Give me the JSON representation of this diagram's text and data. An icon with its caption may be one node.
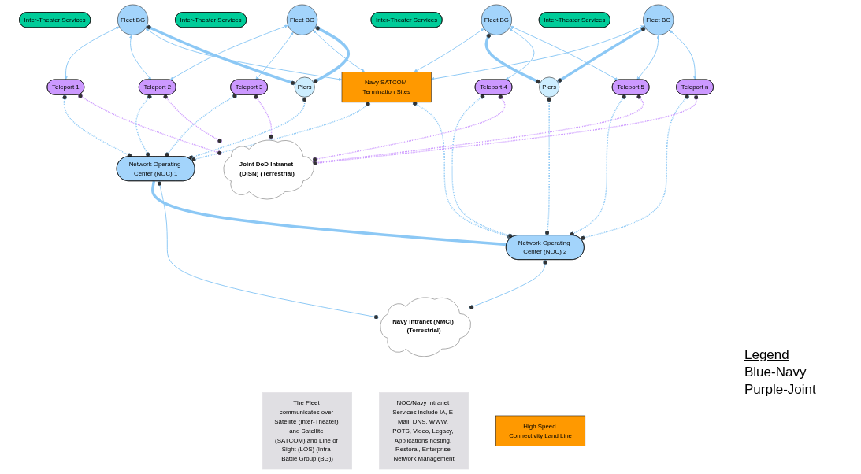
{
  "diagram": {
    "nodes": [
      {
        "text": [
          "Inter-Theater Services"
        ]
      },
      {
        "text": [
          "Fleet BG"
        ]
      },
      {
        "text": [
          "Inter-Theater Services"
        ]
      },
      {
        "text": [
          "Fleet BG"
        ]
      },
      {
        "text": [
          "The Fleet communicates over Satellite (Inter-Theater) and Satellite (SATCOM) and Line of Sight (LOS) (Intra-Battle Group (BG))"
        ]
      },
      {
        "text": [
          "Inter-Theater Services"
        ]
      },
      {
        "text": [
          "Fleet BG"
        ]
      },
      {
        "text": [
          "Inter-Theater Services"
        ]
      },
      {
        "text": [
          "Fleet BG"
        ]
      },
      {
        "text": [
          "Teleport 1"
        ]
      },
      {
        "text": [
          "Teleport 2"
        ]
      },
      {
        "text": [
          "Teleport 3"
        ]
      },
      {
        "text": [
          "Piers"
        ]
      },
      {
        "text": [
          "Navy SATCOM Termination Sites"
        ]
      },
      {
        "text": [
          "Piers"
        ]
      },
      {
        "text": [
          "Teleport 4"
        ]
      },
      {
        "text": [
          "Teleport 5"
        ]
      },
      {
        "text": [
          "Teleport n"
        ]
      },
      {
        "text": [
          "NOC/Navy Intranet Services include IA, E-Mail, DNS, WWW, POTS, Video, Legacy, Applications hosting, Restoral, Enterprise Network Management"
        ]
      },
      {
        "text": [
          "Joint DoD Intranet (DISN) (Terrestrial)"
        ]
      },
      {
        "text": [
          "High Speed Connectivity Land Line"
        ]
      },
      {
        "text": [
          "Network Operating Center (NOC) 1"
        ]
      },
      {
        "text": [
          "Network Operating Center (NOC) 2"
        ]
      },
      {
        "text": [
          "Navy Intranet (NMCI) (Terrestrial)"
        ]
      }
    ],
    "edges": [
      {
        "from": 1,
        "to": 9,
        "arrow": "both"
      },
      {
        "from": 1,
        "to": 10,
        "arrow": "both"
      },
      {
        "from": 1,
        "to": 13,
        "arrow": "both"
      },
      {
        "from": 1,
        "to": 12,
        "arrow": "other",
        "style": "thick"
      },
      {
        "from": 3,
        "to": 10,
        "arrow": "both"
      },
      {
        "from": 3,
        "to": 11,
        "arrow": "both"
      },
      {
        "from": 3,
        "to": 13,
        "arrow": "both"
      },
      {
        "from": 3,
        "to": 12,
        "arrow": "other",
        "style": "thick"
      },
      {
        "from": 6,
        "to": 13,
        "arrow": "both"
      },
      {
        "from": 6,
        "to": 14,
        "arrow": "other",
        "style": "thick"
      },
      {
        "from": 6,
        "to": 15,
        "arrow": "both"
      },
      {
        "from": 6,
        "to": 16,
        "arrow": "both"
      },
      {
        "from": 8,
        "to": 13,
        "arrow": "both"
      },
      {
        "from": 8,
        "to": 14,
        "arrow": "other",
        "style": "thick"
      },
      {
        "from": 8,
        "to": 16,
        "arrow": "both"
      },
      {
        "from": 8,
        "to": 17,
        "arrow": "both"
      },
      {
        "from": 9,
        "to": 21,
        "arrow": "other",
        "style": "dashed"
      },
      {
        "from": 10,
        "to": 21,
        "arrow": "other",
        "style": "dashed"
      },
      {
        "from": 11,
        "to": 21,
        "arrow": "other",
        "style": "dashed"
      },
      {
        "from": 12,
        "to": 21,
        "arrow": "other",
        "style": "dashed"
      },
      {
        "from": 13,
        "to": 21,
        "arrow": "other",
        "style": "dashed"
      },
      {
        "from": 13,
        "to": 22,
        "arrow": "other",
        "style": "dashed"
      },
      {
        "from": 14,
        "to": 22,
        "arrow": "other",
        "style": "dashed"
      },
      {
        "from": 15,
        "to": 22,
        "arrow": "other",
        "style": "dashed"
      },
      {
        "from": 16,
        "to": 22,
        "arrow": "other",
        "style": "dashed"
      },
      {
        "from": 17,
        "to": 22,
        "arrow": "other",
        "style": "dashed"
      },
      {
        "from": 9,
        "to": 19,
        "arrow": "other",
        "style": "dashed",
        "color": "#cc99ff"
      },
      {
        "from": 10,
        "to": 19,
        "arrow": "other",
        "style": "dashed",
        "color": "#cc99ff"
      },
      {
        "from": 11,
        "to": 19,
        "arrow": "other",
        "style": "dashed",
        "color": "#cc99ff"
      },
      {
        "from": 15,
        "to": 19,
        "arrow": "other",
        "style": "dashed",
        "color": "#cc99ff"
      },
      {
        "from": 16,
        "to": 19,
        "arrow": "other",
        "style": "dashed",
        "color": "#cc99ff"
      },
      {
        "from": 17,
        "to": 19,
        "arrow": "other",
        "style": "dashed",
        "color": "#cc99ff"
      },
      {
        "from": 21,
        "to": 22,
        "arrow": "none",
        "style": "thick"
      },
      {
        "from": 21,
        "to": 23,
        "arrow": "other"
      },
      {
        "from": 22,
        "to": 23,
        "arrow": "other"
      }
    ],
    "labels": [
      "Legend"
    ],
    "legend": [
      {
        "text": "Blue-Navy"
      },
      {
        "text": "Purple-Joint"
      }
    ]
  }
}
